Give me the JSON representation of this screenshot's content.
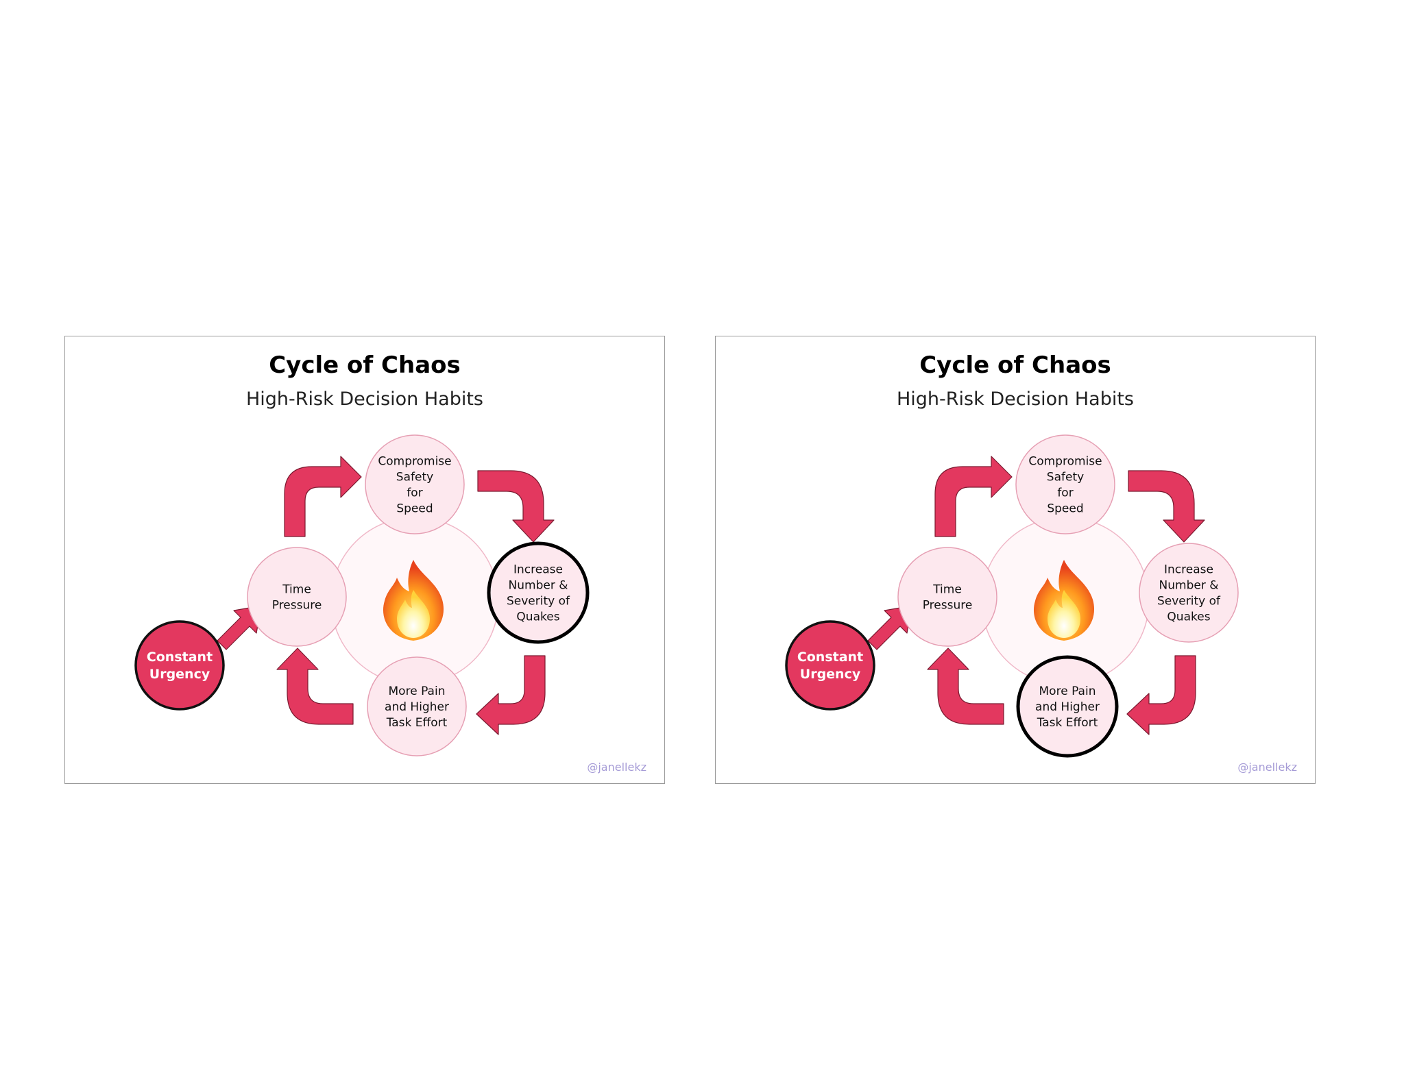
{
  "panels": [
    {
      "title": "Cycle of Chaos",
      "subtitle": "High-Risk Decision Habits",
      "highlighted_node": "quakes",
      "nodes": {
        "compromise": [
          "Compromise",
          "Safety",
          "for",
          "Speed"
        ],
        "quakes": [
          "Increase",
          "Number &",
          "Severity of",
          "Quakes"
        ],
        "pain": [
          "More Pain",
          "and Higher",
          "Task Effort"
        ],
        "time": [
          "Time",
          "Pressure"
        ],
        "urgency": [
          "Constant",
          "Urgency"
        ]
      },
      "center_icon": "fire-icon",
      "credit": "@janellekz"
    },
    {
      "title": "Cycle of Chaos",
      "subtitle": "High-Risk Decision Habits",
      "highlighted_node": "pain",
      "nodes": {
        "compromise": [
          "Compromise",
          "Safety",
          "for",
          "Speed"
        ],
        "quakes": [
          "Increase",
          "Number &",
          "Severity of",
          "Quakes"
        ],
        "pain": [
          "More Pain",
          "and Higher",
          "Task Effort"
        ],
        "time": [
          "Time",
          "Pressure"
        ],
        "urgency": [
          "Constant",
          "Urgency"
        ]
      },
      "center_icon": "fire-icon",
      "credit": "@janellekz"
    }
  ],
  "colors": {
    "accent": "#e3385f",
    "node_fill": "#fde8ee",
    "node_stroke": "#e6a0b4",
    "ring": "#f0b8c8",
    "highlight_stroke": "#000000",
    "credit": "#a59bd6"
  }
}
